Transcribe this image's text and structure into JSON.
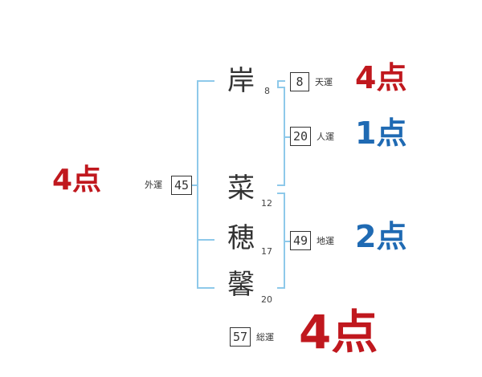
{
  "name_chars": [
    {
      "char": "岸",
      "strokes": "8"
    },
    {
      "char": "菜",
      "strokes": "12"
    },
    {
      "char": "穂",
      "strokes": "17"
    },
    {
      "char": "馨",
      "strokes": "20"
    }
  ],
  "fortunes": {
    "ten": {
      "value": "8",
      "label": "天運",
      "score": "4点",
      "color": "#c0181e"
    },
    "jin": {
      "value": "20",
      "label": "人運",
      "score": "1点",
      "color": "#1f6ab3"
    },
    "chi": {
      "value": "49",
      "label": "地運",
      "score": "2点",
      "color": "#1f6ab3"
    },
    "gai": {
      "value": "45",
      "label": "外運",
      "score": "4点",
      "color": "#c0181e"
    },
    "so": {
      "value": "57",
      "label": "総運",
      "score": "4点",
      "color": "#c0181e"
    }
  },
  "colors": {
    "bracket": "#8ec9ea",
    "good": "#c0181e",
    "bad": "#1f6ab3"
  }
}
